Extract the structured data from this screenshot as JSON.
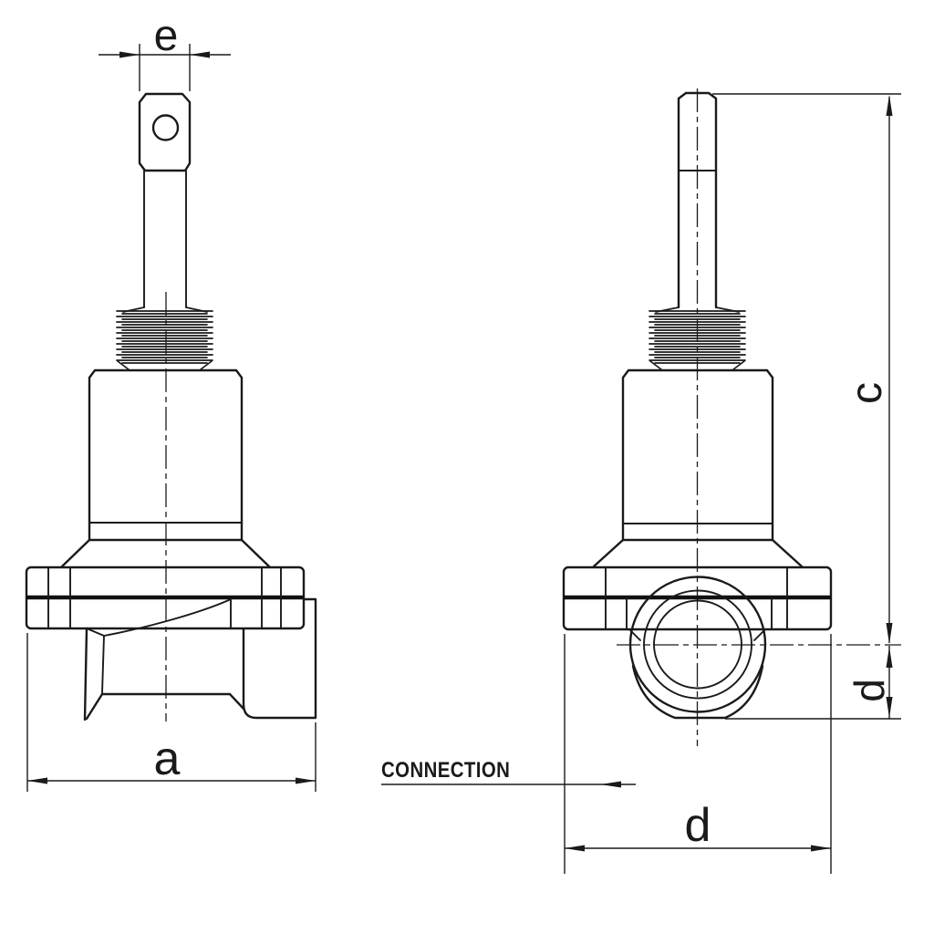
{
  "drawing": {
    "background": "#ffffff",
    "line_color": "#1a1a1a",
    "labels": {
      "dim_e": "e",
      "dim_a": "a",
      "dim_c": "c",
      "dim_d_side": "d",
      "dim_d_bottom": "d",
      "connection": "CONNECTION"
    }
  }
}
